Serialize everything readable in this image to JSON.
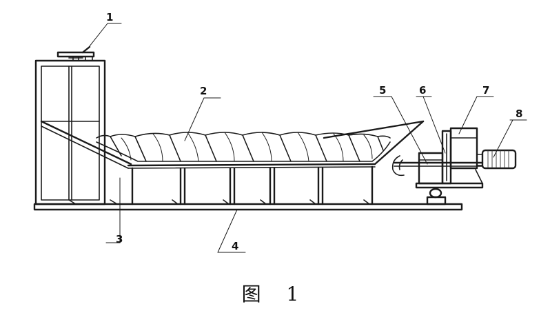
{
  "figure": {
    "caption": "图 1",
    "callouts": [
      {
        "id": "1",
        "label": "1"
      },
      {
        "id": "2",
        "label": "2"
      },
      {
        "id": "3",
        "label": "3"
      },
      {
        "id": "4",
        "label": "4"
      },
      {
        "id": "5",
        "label": "5"
      },
      {
        "id": "6",
        "label": "6"
      },
      {
        "id": "7",
        "label": "7"
      },
      {
        "id": "8",
        "label": "8"
      }
    ]
  }
}
